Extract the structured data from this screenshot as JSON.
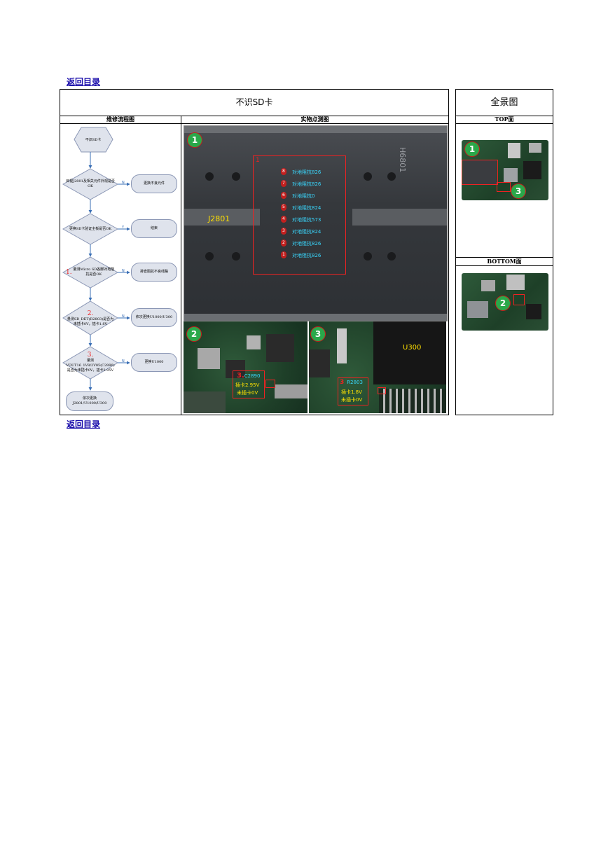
{
  "nav": {
    "back_top": "返回目录",
    "back_bottom": "返回目录"
  },
  "main": {
    "title": "不识SD卡",
    "flow_header": "维修流程图",
    "photo_header": "实物点测图"
  },
  "overview": {
    "title": "全景图",
    "top_label": "TOP面",
    "bottom_label": "BOTTOM面"
  },
  "flowchart": {
    "start": "不识SD卡",
    "q1": "目视J2801及相关元件外观是否OK",
    "a1": "更换不良元件",
    "q2": "更换SD卡验证主板是否OK",
    "a2": "结束",
    "q3_num": "1.",
    "q3": "量测Micro SD各脚对地阻抗是否OK",
    "a3": "排查阻抗不良线路",
    "q4_num": "2.",
    "q4": "量测SD_DET(R2803)是否为未插卡0V，插卡1.8V",
    "a4": "依次更换U1000/U300",
    "q5_num": "3.",
    "q5": "量测VOUT16_1V8/2V85(C2890)是否为未插卡0V，插卡2.95V",
    "a5": "更换U1000",
    "end": "依次更换J2801/U1000/U300",
    "edge_no": "N",
    "edge_yes": "Y"
  },
  "photo1": {
    "badge": "1",
    "connector": "J2801",
    "pad_label": "1",
    "chip_marking": "H6801",
    "pins": [
      {
        "num": "8",
        "label": "对地阻抗826"
      },
      {
        "num": "7",
        "label": "对地阻抗826"
      },
      {
        "num": "6",
        "label": "对地阻抗0"
      },
      {
        "num": "5",
        "label": "对地阻抗824"
      },
      {
        "num": "4",
        "label": "对地阻抗573"
      },
      {
        "num": "3",
        "label": "对地阻抗824"
      },
      {
        "num": "2",
        "label": "对地阻抗826"
      },
      {
        "num": "1",
        "label": "对地阻抗826"
      }
    ]
  },
  "photo2": {
    "badge": "2",
    "num": "3.",
    "part": "C2890",
    "line1": "插卡2.95V",
    "line2": "未插卡0V"
  },
  "photo3": {
    "badge": "3",
    "chip": "U300",
    "num": "3",
    "part": "R2803",
    "line1": "插卡1.8V",
    "line2": "未插卡0V"
  },
  "top_photo": {
    "badge1": "1",
    "badge2": "3"
  },
  "bottom_photo": {
    "badge": "2"
  },
  "colors": {
    "accent_red": "#e22222",
    "badge_green": "#2aa84a",
    "label_cyan": "#39d8ff",
    "label_yellow": "#ffe000"
  }
}
